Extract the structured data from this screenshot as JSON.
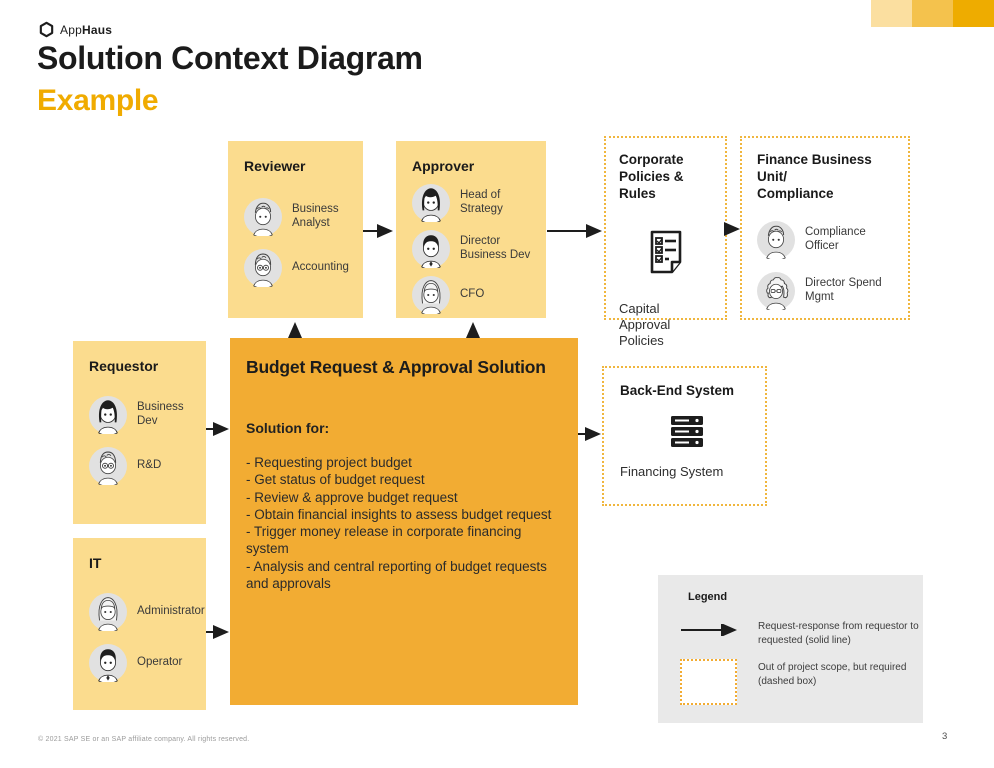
{
  "page": {
    "logo": {
      "app": "App",
      "haus": "Haus",
      "icon": "apphaus-hexagon-logo-icon"
    },
    "title": "Solution Context Diagram",
    "subtitle": "Example",
    "footer": "© 2021 SAP SE or an SAP affiliate company. All rights reserved.",
    "page_number": "3"
  },
  "colors": {
    "accent": "#F0AB00",
    "box_light_yellow": "#FBDC8E",
    "box_solution_orange": "#F2AC33",
    "dashed_border": "#F0B63E",
    "legend_bg": "#E9E9E9",
    "brand_strip": [
      "#FBDFA0",
      "#F4C24D",
      "#EEAC00"
    ],
    "arrow": "#1d1d1d"
  },
  "boxes": {
    "reviewer": {
      "title": "Reviewer",
      "personas": [
        {
          "label": "Business Analyst",
          "icon": "sketch-man-avatar"
        },
        {
          "label": "Accounting",
          "icon": "sketch-glasses-avatar"
        }
      ]
    },
    "approver": {
      "title": "Approver",
      "personas": [
        {
          "label": "Head of Strategy",
          "icon": "dark-hair-woman-avatar"
        },
        {
          "label": "Director Business Dev",
          "icon": "dark-hair-man-avatar"
        },
        {
          "label": "CFO",
          "icon": "sketch-woman-avatar"
        }
      ]
    },
    "corporate_policies": {
      "title_lines": [
        "Corporate",
        "Policies & Rules"
      ],
      "icon": "checklist-document-icon",
      "label": "Capital Approval Policies"
    },
    "finance": {
      "title_lines": [
        "Finance Business Unit/",
        "Compliance"
      ],
      "personas": [
        {
          "label": "Compliance Officer",
          "icon": "sketch-man-avatar"
        },
        {
          "label": "Director Spend Mgmt",
          "icon": "sketch-curly-avatar"
        }
      ]
    },
    "requestor": {
      "title": "Requestor",
      "personas": [
        {
          "label": "Business Dev",
          "icon": "dark-hair-woman-avatar"
        },
        {
          "label": "R&D",
          "icon": "sketch-glasses-avatar"
        }
      ]
    },
    "solution": {
      "title": "Budget Request & Approval Solution",
      "subtitle": "Solution for:",
      "items": [
        "- Requesting project budget",
        "- Get status of budget request",
        "- Review & approve budget request",
        "- Obtain financial insights to assess budget request",
        "- Trigger money release in corporate financing system",
        "- Analysis and central reporting of budget requests and approvals"
      ]
    },
    "backend": {
      "title": "Back-End System",
      "icon": "server-stack-icon",
      "label": "Financing System"
    },
    "it": {
      "title": "IT",
      "personas": [
        {
          "label": "Administrator",
          "icon": "sketch-woman-avatar"
        },
        {
          "label": "Operator",
          "icon": "dark-hair-man-avatar"
        }
      ]
    },
    "legend": {
      "title": "Legend",
      "items": [
        {
          "symbol": "solid-arrow-icon",
          "label": "Request-response from requestor to requested (solid line)"
        },
        {
          "symbol": "dashed-box-icon",
          "label": "Out of project scope, but required (dashed box)"
        }
      ]
    }
  }
}
